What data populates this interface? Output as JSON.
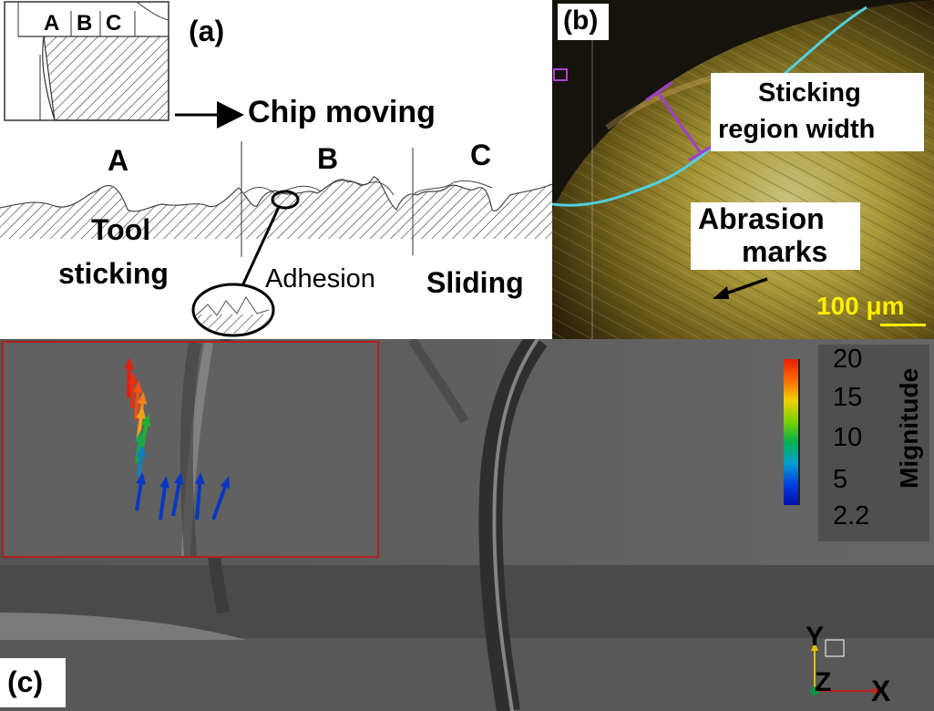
{
  "panel_a": {
    "label": "(a)",
    "inset_zones": [
      "A",
      "B",
      "C"
    ],
    "direction_label": "Chip moving",
    "zones": [
      "A",
      "B",
      "C"
    ],
    "zone_labels": {
      "a_line1": "Tool",
      "a_line2": "sticking",
      "b": "Adhesion",
      "c": "Sliding"
    }
  },
  "panel_b": {
    "label": "(b)",
    "sticking_label_line1": "Sticking",
    "sticking_label_line2": "region width",
    "abrasion_label_line1": "Abrasion",
    "abrasion_label_line2": "marks",
    "scale_bar": "100 μm",
    "colors": {
      "boundary": "#4fd0e0",
      "width_marker": "#a23fd0",
      "scale": "#ffee00"
    }
  },
  "panel_c": {
    "label": "(c)",
    "colorbar": {
      "title": "Mignitude",
      "ticks": [
        "20",
        "15",
        "10",
        "5",
        "2.2"
      ],
      "min": 2.2,
      "max": 20
    },
    "axes": {
      "y": "Y",
      "z": "Z",
      "x": "X"
    }
  }
}
